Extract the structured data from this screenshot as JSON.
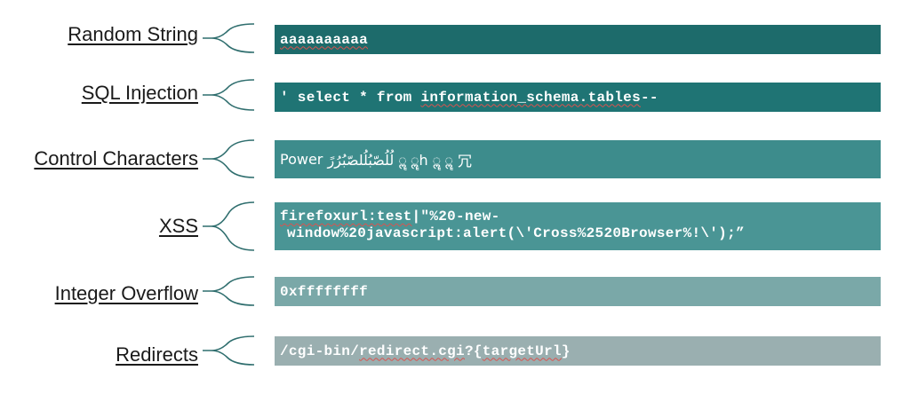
{
  "rows": [
    {
      "label": "Random String",
      "value": "aaaaaaaaaa",
      "color": "#1d6b6b"
    },
    {
      "label": "SQL Injection",
      "value_parts": [
        "' select * from ",
        "information_schema.tables",
        "--"
      ],
      "color": "#1f7474"
    },
    {
      "label": "Control Characters",
      "value_parts": [
        "Power ",
        "لُلُصّبُلُلصّبُرُرً ॣ ॣh ॣ ॣ",
        " 冗"
      ],
      "color": "#3d8c8c"
    },
    {
      "label": "XSS",
      "value_line1_parts": [
        "firefoxurl:test",
        "|\"%20-new-"
      ],
      "value_line2": "window%20javascript:alert(\\'Cross%2520Browser%!\\');”",
      "color": "#4a9595"
    },
    {
      "label": "Integer Overflow",
      "value": "0xffffffff",
      "color": "#7aa8a8"
    },
    {
      "label": "Redirects",
      "value_parts": [
        "/cgi-bin/",
        "redirect.cgi",
        "?{",
        "targetUrl",
        "}"
      ],
      "color": "#9aafb0"
    }
  ]
}
